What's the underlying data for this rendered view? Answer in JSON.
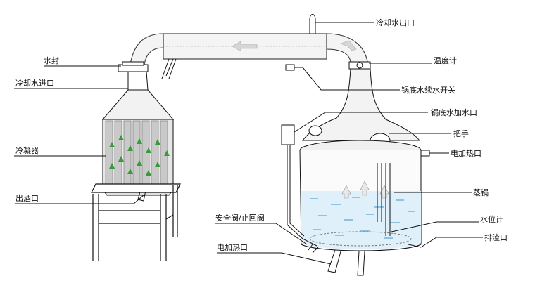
{
  "labels": {
    "cooling_water_outlet": "冷却水出口",
    "water_seal": "水封",
    "thermometer": "温度计",
    "cooling_water_inlet": "冷却水进口",
    "pot_bottom_refill_switch": "锅底水续水开关",
    "pot_bottom_fill_inlet": "锅底水加水口",
    "handle": "把手",
    "electric_heating_port_right": "电加热口",
    "condenser": "冷凝器",
    "steamer_pot": "蒸锅",
    "liquor_outlet": "出酒口",
    "safety_check_valve": "安全阀/止回阀",
    "water_level_gauge": "水位计",
    "electric_heating_port_bottom": "电加热口",
    "slag_discharge_port": "排渣口"
  },
  "colors": {
    "line": "#111111",
    "condenser_tube_fill": "#c9c9c9",
    "steam_arrow_green": "#3a9a3a",
    "water_blue": "#8ec3e0",
    "pipe_arrow": "#d0d0d0"
  }
}
